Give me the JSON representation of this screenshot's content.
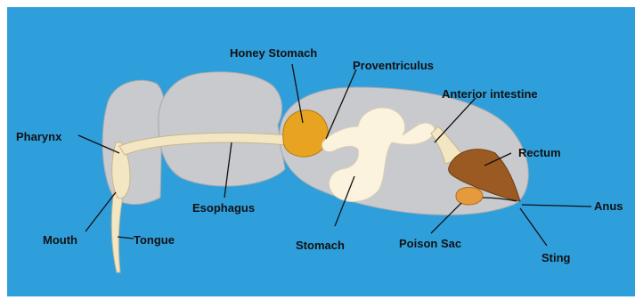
{
  "labels": {
    "honey_stomach": "Honey Stomach",
    "proventriculus": "Proventriculus",
    "anterior_intestine": "Anterior intestine",
    "pharynx": "Pharynx",
    "rectum": "Rectum",
    "esophagus": "Esophagus",
    "anus": "Anus",
    "mouth": "Mouth",
    "tongue": "Tongue",
    "stomach": "Stomach",
    "poison_sac": "Poison Sac",
    "sting": "Sting"
  },
  "colors": {
    "background": "#2f9fdc",
    "body": "#c9cacd",
    "body_outline": "#a8a9ad",
    "digestive_tract": "#f3e6c3",
    "honey_stomach": "#e8a420",
    "stomach": "#fbf3dd",
    "rectum": "#9a5a22",
    "poison_sac": "#e59a3e"
  }
}
